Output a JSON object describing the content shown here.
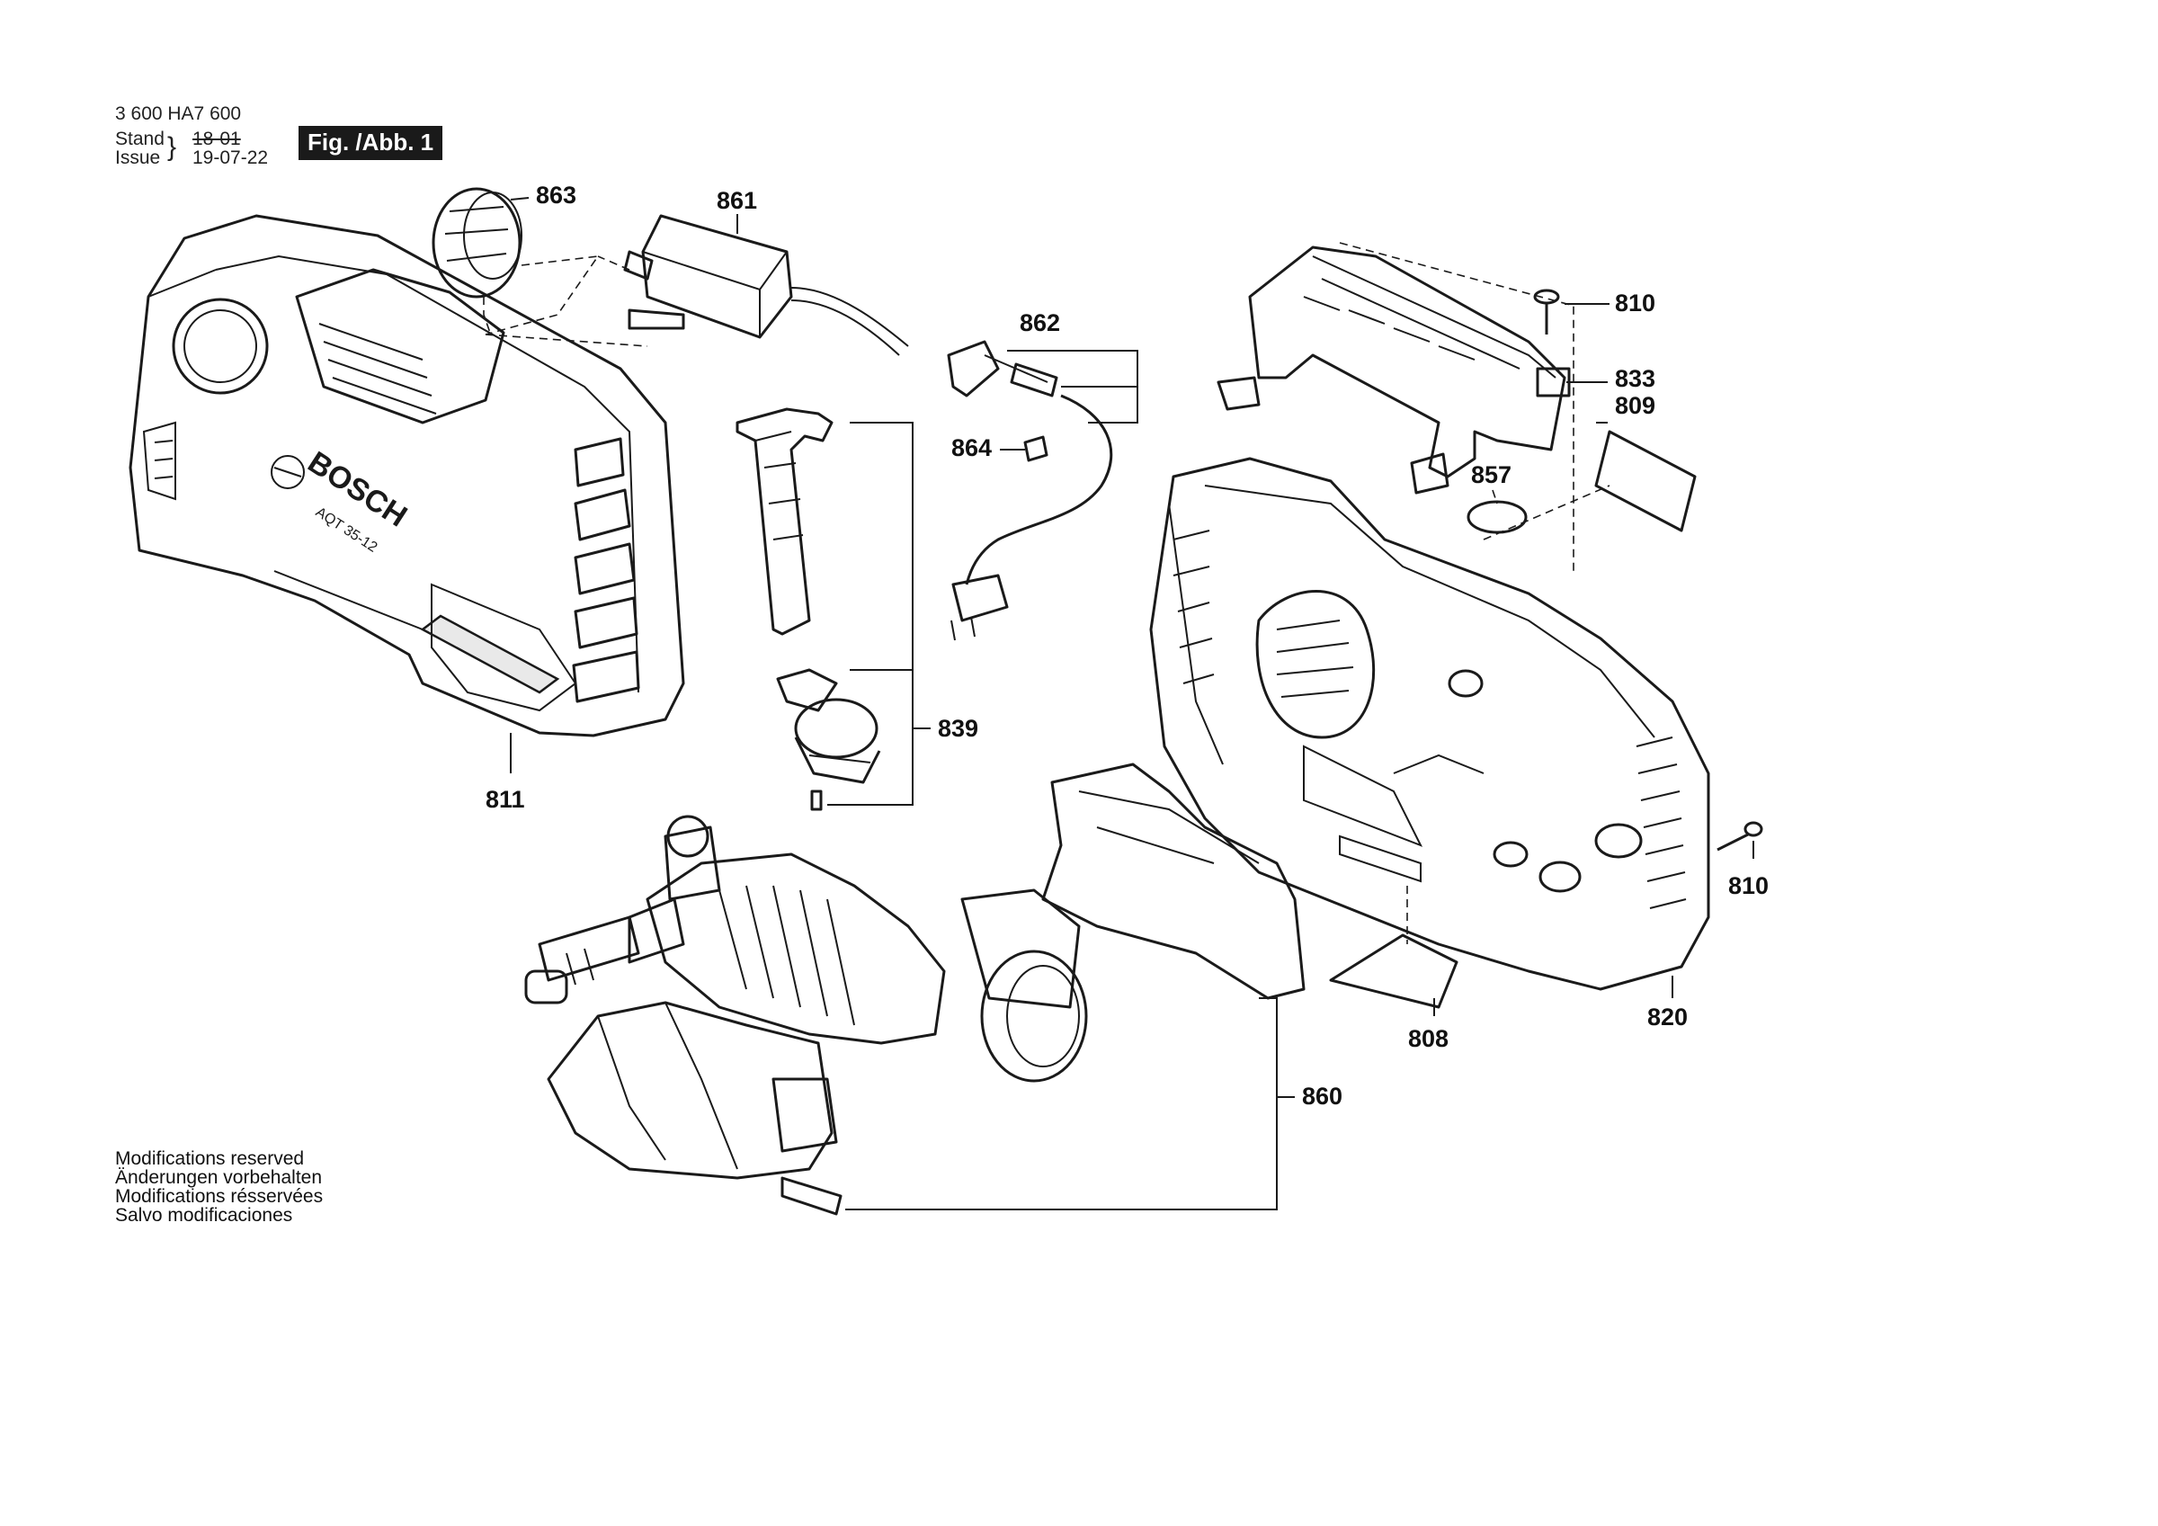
{
  "header": {
    "doc_number": "3 600 HA7 600",
    "stand_label": "Stand",
    "stand_value": "18-01",
    "issue_label": "Issue",
    "issue_value": "19-07-22",
    "figure_label": "Fig. /Abb. 1"
  },
  "callouts": {
    "p863": "863",
    "p861": "861",
    "p862": "862",
    "p864": "864",
    "p839": "839",
    "p811": "811",
    "p810_top": "810",
    "p833": "833",
    "p809": "809",
    "p857": "857",
    "p810_right": "810",
    "p808": "808",
    "p820": "820",
    "p860": "860"
  },
  "footer": {
    "line1": "Modifications reserved",
    "line2": "Änderungen vorbehalten",
    "line3": "Modifications résservées",
    "line4": "Salvo modificaciones"
  },
  "brand": {
    "logo_text": "BOSCH",
    "model_text": "AQT 35-12"
  },
  "colors": {
    "line": "#1a1a1a",
    "shade": "#e9e9e9",
    "badge_bg": "#1a1a1a",
    "badge_text": "#ffffff"
  }
}
